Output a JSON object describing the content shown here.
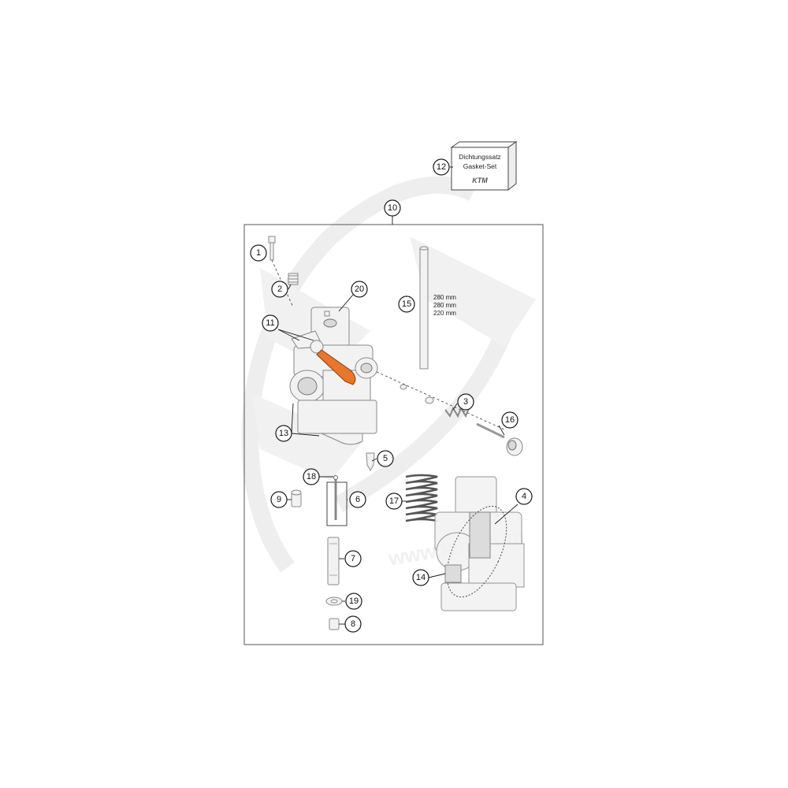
{
  "diagram": {
    "callouts": [
      {
        "id": "c1",
        "label": "1"
      },
      {
        "id": "c2",
        "label": "2"
      },
      {
        "id": "c3",
        "label": "3"
      },
      {
        "id": "c4",
        "label": "4"
      },
      {
        "id": "c5",
        "label": "5"
      },
      {
        "id": "c6",
        "label": "6"
      },
      {
        "id": "c7",
        "label": "7"
      },
      {
        "id": "c8",
        "label": "8"
      },
      {
        "id": "c9",
        "label": "9"
      },
      {
        "id": "c10",
        "label": "10"
      },
      {
        "id": "c11",
        "label": "11"
      },
      {
        "id": "c12",
        "label": "12"
      },
      {
        "id": "c13",
        "label": "13"
      },
      {
        "id": "c14",
        "label": "14"
      },
      {
        "id": "c15",
        "label": "15"
      },
      {
        "id": "c16",
        "label": "16"
      },
      {
        "id": "c17",
        "label": "17"
      },
      {
        "id": "c18",
        "label": "18"
      },
      {
        "id": "c19",
        "label": "19"
      },
      {
        "id": "c20",
        "label": "20"
      }
    ],
    "gasket_box": {
      "line1": "Dichtungssatz",
      "line2": "Gasket-Set",
      "logo": "KTM"
    },
    "tube_lengths": [
      "280 mm",
      "280 mm",
      "220 mm"
    ],
    "watermark": "www.ktm.com",
    "colors": {
      "part_orange": "#e8762b",
      "line": "#1a1a1a",
      "watermark": "#eeeeee"
    }
  }
}
